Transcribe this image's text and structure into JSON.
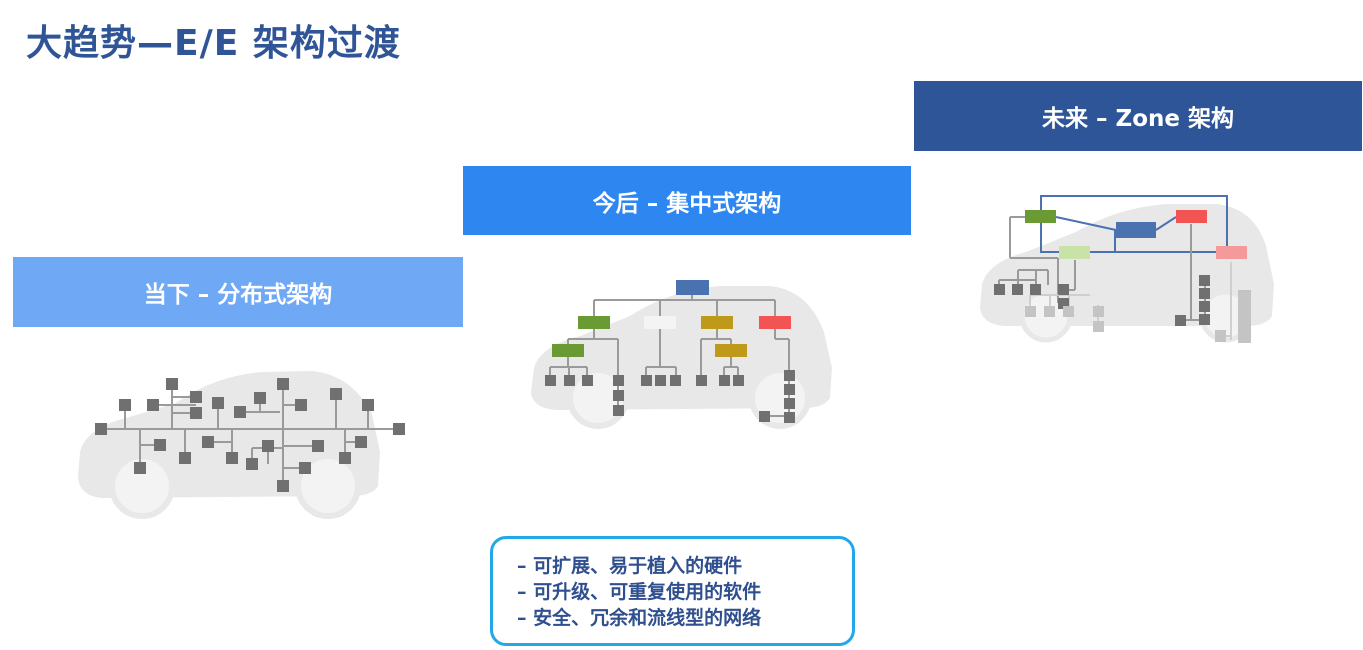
{
  "title": "大趋势—E/E 架构过渡",
  "stages": {
    "current": {
      "label": "当下 – 分布式架构",
      "color": "#6fa8f5"
    },
    "next": {
      "label": "今后 – 集中式架构",
      "color": "#2e86f0"
    },
    "future": {
      "label": "未来 – Zone 架构",
      "color": "#2e5597"
    }
  },
  "notes": [
    "– 可扩展、易于植入的硬件",
    "– 可升级、可重复使用的软件",
    "– 安全、冗余和流线型的网络"
  ],
  "colors": {
    "ecu_gray": "#707070",
    "wire_gray": "#9a9a9a",
    "car_silhouette": "#e8e8e8",
    "domain_green": "#6a9a34",
    "domain_yellow": "#bf9a1a",
    "domain_red": "#f25454",
    "central_blue": "#4a72b0",
    "zone_light_green": "#c9e2a8",
    "zone_light_red": "#f59a9a",
    "note_border": "#22a8e8"
  }
}
